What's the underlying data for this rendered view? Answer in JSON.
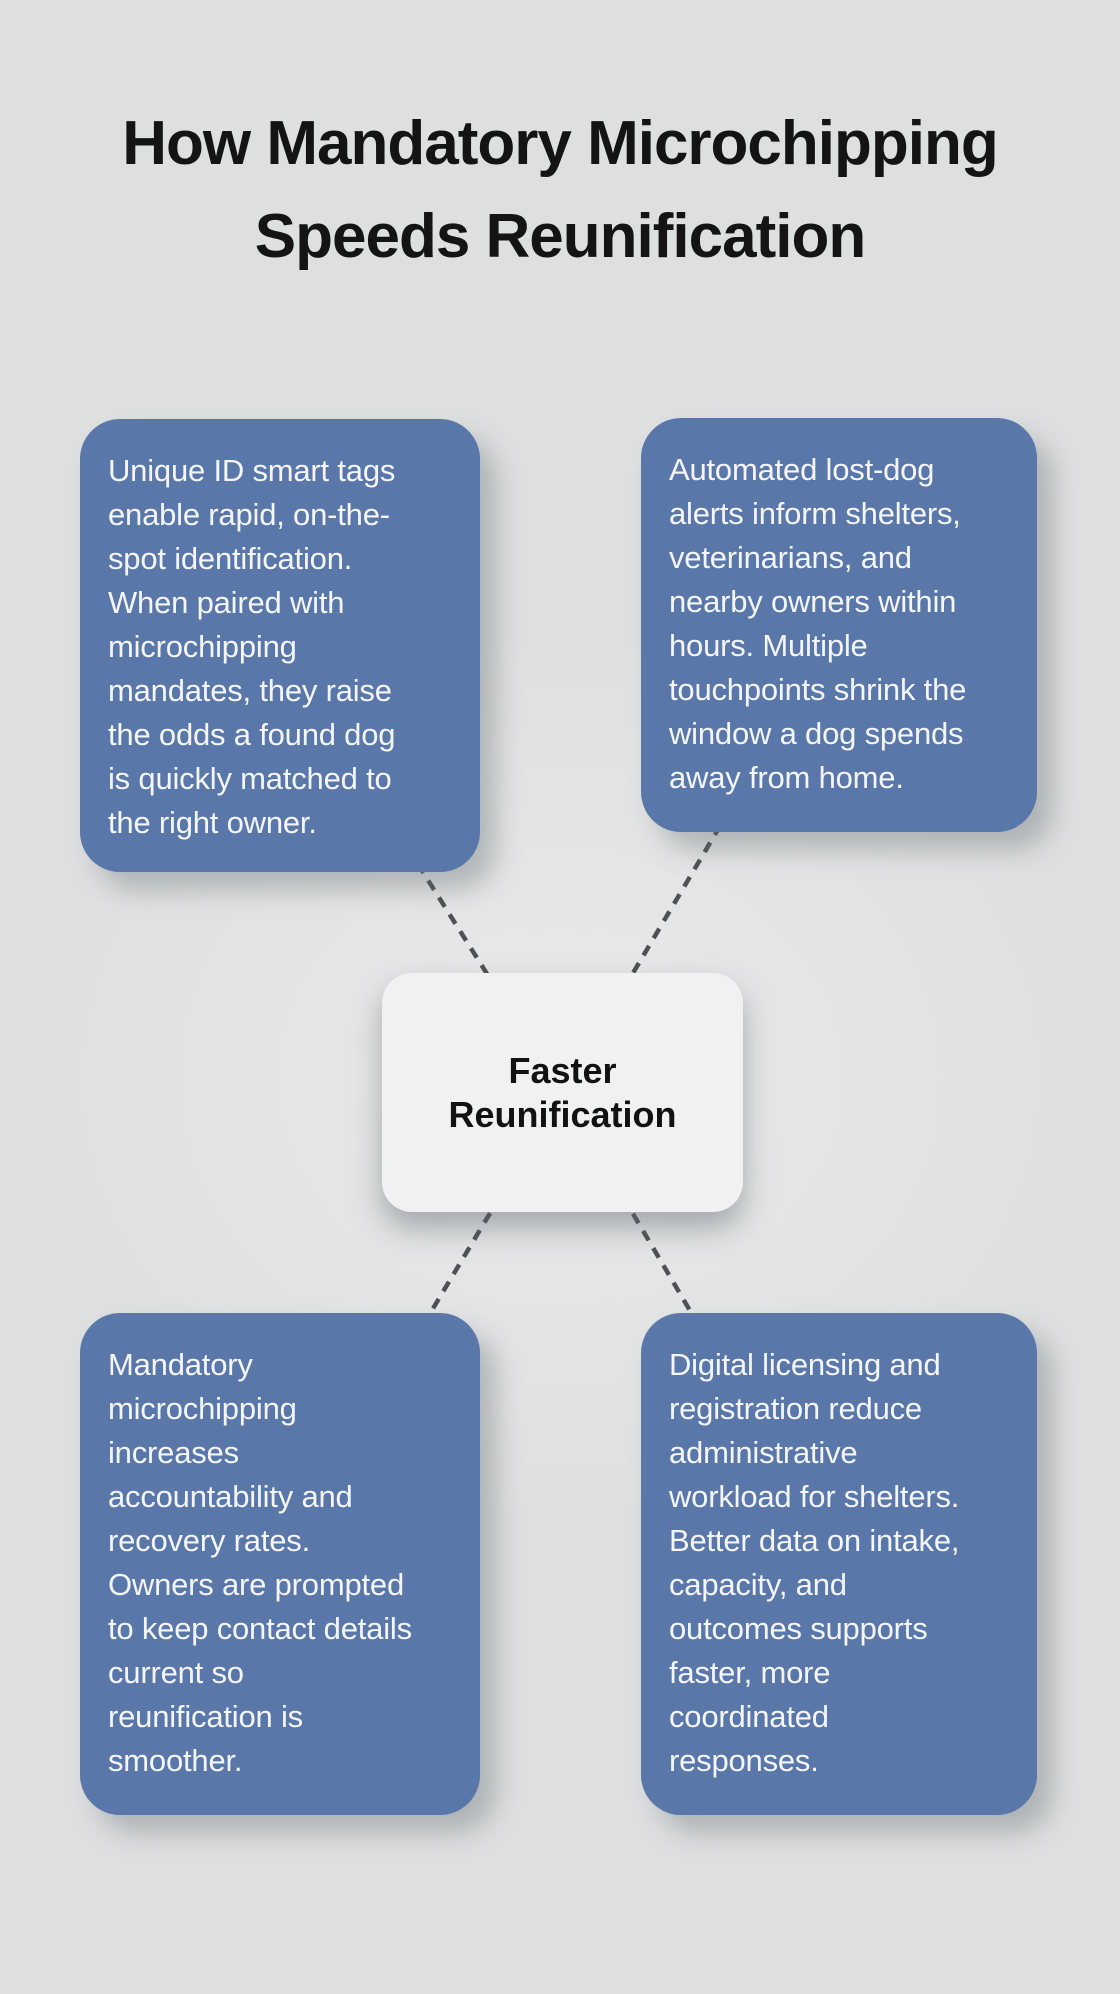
{
  "title": "How Mandatory Microchipping\nSpeeds Reunification",
  "center_node": {
    "label": "Faster\nReunification"
  },
  "benefit_nodes": [
    {
      "position": "top-left",
      "text": "Unique ID smart tags\nenable rapid, on-the-\nspot identification.\nWhen paired with\nmicrochipping\nmandates, they raise\nthe odds a found dog\nis quickly matched to\nthe right owner."
    },
    {
      "position": "top-right",
      "text": "Automated lost-dog\nalerts inform shelters,\nveterinarians, and\nnearby owners within\nhours. Multiple\ntouchpoints shrink the\nwindow a dog spends\naway from home."
    },
    {
      "position": "bottom-left",
      "text": "Mandatory\nmicrochipping\nincreases\naccountability and\nrecovery rates.\nOwners are prompted\nto keep contact details\ncurrent so\nreunification is\nsmoother."
    },
    {
      "position": "bottom-right",
      "text": "Digital licensing and\nregistration reduce\nadministrative\nworkload for shelters.\nBetter data on intake,\ncapacity, and\noutcomes supports\nfaster, more\ncoordinated\nresponses."
    }
  ],
  "colors": {
    "background": "#dee0e0",
    "node_fill": "#5a77a9",
    "node_text": "#f3f5f9",
    "center_fill": "#f0f2f2",
    "center_text": "#121212",
    "title_text": "#141414",
    "connector": "#4d5152"
  }
}
